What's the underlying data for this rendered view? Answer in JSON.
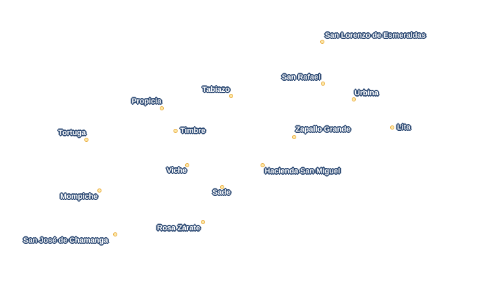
{
  "places": [
    {
      "name": "San Lorenzo de Esmeraldas"
    },
    {
      "name": "San Rafael"
    },
    {
      "name": "Urbina"
    },
    {
      "name": "Tabiazo"
    },
    {
      "name": "Propicia"
    },
    {
      "name": "Timbre"
    },
    {
      "name": "Zapallo Grande"
    },
    {
      "name": "Lita"
    },
    {
      "name": "Tortuga"
    },
    {
      "name": "Viche"
    },
    {
      "name": "Hacienda San Miguel"
    },
    {
      "name": "Sade"
    },
    {
      "name": "Mompiche"
    },
    {
      "name": "Rosa Zárate"
    },
    {
      "name": "San José de Chamanga"
    }
  ],
  "colors": {
    "marker_fill": "#fde9a8",
    "marker_stroke": "#e8a93a",
    "label_halo": "#2d4a74",
    "label_text": "#ffffff"
  }
}
